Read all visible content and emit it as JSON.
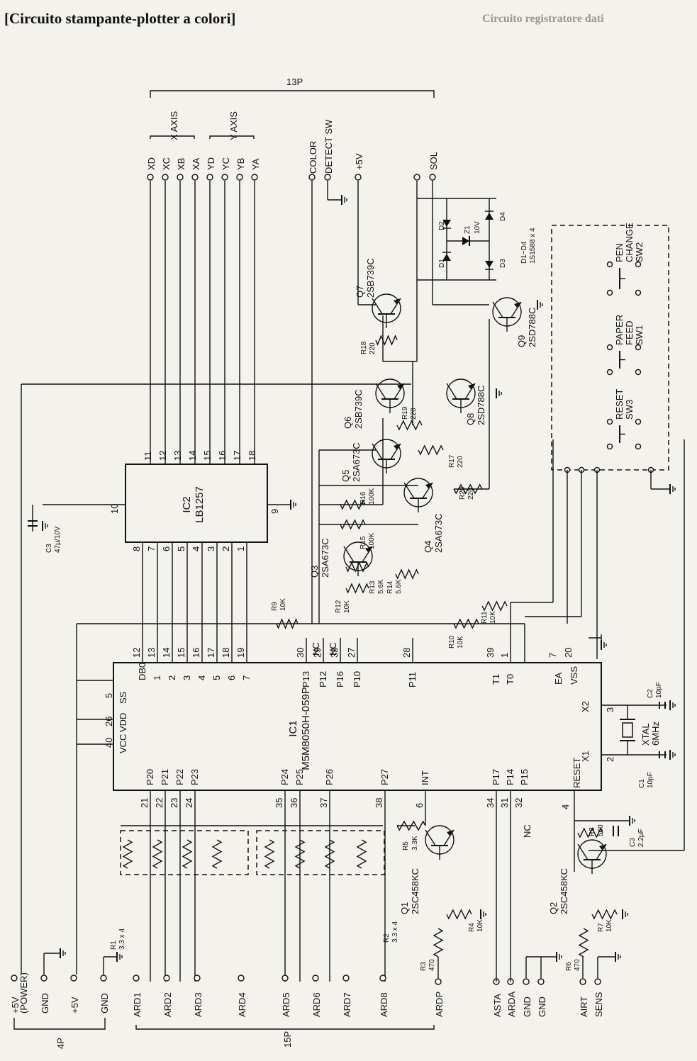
{
  "title": "[Circuito stampante-plotter a colori]",
  "ghost_text": "Circuito registratore dati",
  "connectors": {
    "p13": "13P",
    "p15": "15P",
    "p4": "4P",
    "x_axis": "X AXIS",
    "y_axis": "Y AXIS",
    "top_pins": [
      "XD",
      "XC",
      "XB",
      "XA",
      "YD",
      "YC",
      "YB",
      "YA"
    ],
    "color_detect": [
      "COLOR",
      "DETECT SW"
    ],
    "plus5v_top": "+5V",
    "sol": "SOL",
    "power_pins": [
      "+5V",
      "(POWER)",
      "GND",
      "+5V",
      "GND"
    ],
    "ard_pins": [
      "ARD1",
      "ARD2",
      "ARD3",
      "ARD4",
      "ARD5",
      "ARD6",
      "ARD7",
      "ARD8"
    ],
    "right_pins": [
      "ARDP",
      "ASTA",
      "ARDA",
      "GND",
      "GND",
      "AIRT",
      "SENS"
    ],
    "nc": "NC"
  },
  "ic1": {
    "name": "IC1",
    "part": "M5M8050H-059P",
    "pins_left": [
      {
        "num": "40",
        "label": "VCC"
      },
      {
        "num": "26",
        "label": "VDD"
      },
      {
        "num": "5",
        "label": "SS"
      }
    ],
    "db_pins": [
      {
        "num": "12",
        "label": "DB0"
      },
      {
        "num": "13",
        "label": "1"
      },
      {
        "num": "14",
        "label": "2"
      },
      {
        "num": "15",
        "label": "3"
      },
      {
        "num": "16",
        "label": "4"
      },
      {
        "num": "17",
        "label": "5"
      },
      {
        "num": "18",
        "label": "6"
      },
      {
        "num": "19",
        "label": "7"
      }
    ],
    "p1_pins": [
      {
        "num": "30",
        "label": "P13"
      },
      {
        "num": "29",
        "label": "P12"
      },
      {
        "num": "33",
        "label": "P16"
      },
      {
        "num": "27",
        "label": "P10"
      },
      {
        "num": "28",
        "label": "P11"
      }
    ],
    "t_pins": [
      {
        "num": "39",
        "label": "T1"
      },
      {
        "num": "1",
        "label": "T0"
      },
      {
        "num": "7",
        "label": "EA"
      },
      {
        "num": "20",
        "label": "VSS"
      }
    ],
    "x_pins": [
      {
        "num": "3",
        "label": "X2"
      },
      {
        "num": "2",
        "label": "X1"
      },
      {
        "num": "4",
        "label": "RESET"
      }
    ],
    "p2_pins": [
      {
        "num": "21",
        "label": "P20"
      },
      {
        "num": "22",
        "label": "P21"
      },
      {
        "num": "23",
        "label": "P22"
      },
      {
        "num": "24",
        "label": "P23"
      },
      {
        "num": "35",
        "label": "P24"
      },
      {
        "num": "36",
        "label": "P25"
      },
      {
        "num": "37",
        "label": "P26"
      },
      {
        "num": "38",
        "label": "P27"
      },
      {
        "num": "6",
        "label": "INT"
      }
    ],
    "p1b_pins": [
      {
        "num": "34",
        "label": "P17"
      },
      {
        "num": "31",
        "label": "P14"
      },
      {
        "num": "32",
        "label": "P15"
      }
    ]
  },
  "ic2": {
    "name": "IC2",
    "part": "LB1257",
    "top_pins": [
      "11",
      "12",
      "13",
      "14",
      "15",
      "16",
      "17",
      "18"
    ],
    "bottom_pins": [
      "8",
      "7",
      "6",
      "5",
      "4",
      "3",
      "2",
      "1"
    ],
    "pin_left": "10",
    "pin_right": "9"
  },
  "transistors": [
    {
      "ref": "Q1",
      "part": "2SC458KC"
    },
    {
      "ref": "Q2",
      "part": "2SC458KC"
    },
    {
      "ref": "Q3",
      "part": "2SA673C"
    },
    {
      "ref": "Q4",
      "part": "2SA673C"
    },
    {
      "ref": "Q5",
      "part": "2SA673C"
    },
    {
      "ref": "Q6",
      "part": "2SB739C"
    },
    {
      "ref": "Q7",
      "part": "2SB739C"
    },
    {
      "ref": "Q8",
      "part": "2SD788C"
    },
    {
      "ref": "Q9",
      "part": "2SD788C"
    }
  ],
  "resistors": [
    {
      "ref": "R1",
      "value": "3.3 x 4"
    },
    {
      "ref": "R2",
      "value": "3.3 x 4"
    },
    {
      "ref": "R3",
      "value": "470"
    },
    {
      "ref": "R4",
      "value": "10K"
    },
    {
      "ref": "R5",
      "value": "3.3K"
    },
    {
      "ref": "R6",
      "value": "470"
    },
    {
      "ref": "R7",
      "value": "10K"
    },
    {
      "ref": "R8",
      "value": "560"
    },
    {
      "ref": "R9",
      "value": "10K"
    },
    {
      "ref": "R10",
      "value": "10K"
    },
    {
      "ref": "R11",
      "value": "10K"
    },
    {
      "ref": "R12",
      "value": "10K"
    },
    {
      "ref": "R13",
      "value": "5.6K"
    },
    {
      "ref": "R14",
      "value": "5.6K"
    },
    {
      "ref": "R15",
      "value": "100K"
    },
    {
      "ref": "R16",
      "value": "100K"
    },
    {
      "ref": "R17",
      "value": "220"
    },
    {
      "ref": "R18",
      "value": "220"
    },
    {
      "ref": "R19",
      "value": "220"
    },
    {
      "ref": "R20",
      "value": "220"
    }
  ],
  "capacitors": [
    {
      "ref": "C1",
      "value": "10pF"
    },
    {
      "ref": "C2",
      "value": "10pF"
    },
    {
      "ref": "C3",
      "value": "2.2µF"
    },
    {
      "ref": "C3",
      "value": "47µ/10V"
    }
  ],
  "crystal": {
    "ref": "XTAL",
    "value": "6MHz"
  },
  "diodes": {
    "refs": [
      "D1",
      "D2",
      "D3",
      "D4"
    ],
    "zener": "Z1",
    "zener_value": "10V",
    "note": [
      "D1~D4",
      "1S1588 x 4"
    ]
  },
  "switches": [
    {
      "ref": "SW2",
      "label": [
        "PEN",
        "CHANGE"
      ]
    },
    {
      "ref": "SW1",
      "label": [
        "PAPER",
        "FEED"
      ]
    },
    {
      "ref": "SW3",
      "label": [
        "RESET"
      ]
    }
  ]
}
